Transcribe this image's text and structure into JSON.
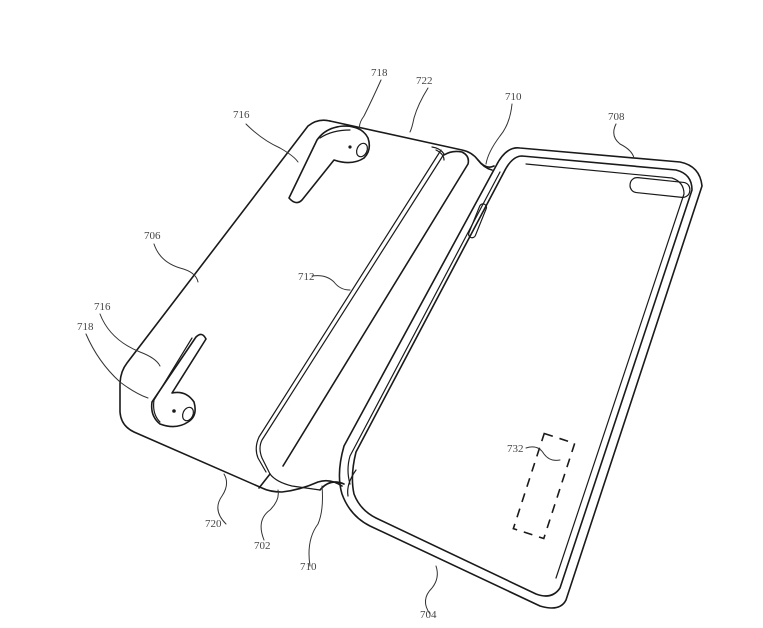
{
  "figure": {
    "description": "Patent line drawing of an open folio phone case with earbud storage",
    "colors": {
      "line": "#1a1a1a",
      "label": "#444444",
      "background": "#ffffff"
    }
  },
  "labels": {
    "n718_top": "718",
    "n722": "722",
    "n716_top": "716",
    "n710_top": "710",
    "n708": "708",
    "n706": "706",
    "n712": "712",
    "n716_bottom": "716",
    "n718_bottom": "718",
    "n732": "732",
    "n720": "720",
    "n702": "702",
    "n710_bottom": "710",
    "n704": "704"
  }
}
